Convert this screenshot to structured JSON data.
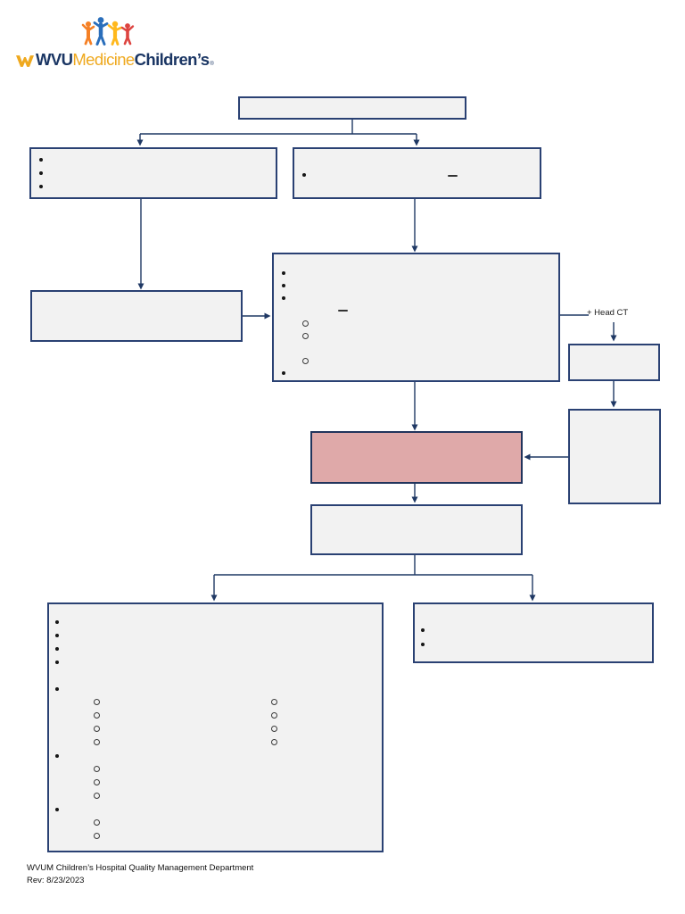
{
  "brand": {
    "wvu": "WVU",
    "medicine": "Medicine",
    "childrens": "Children’s",
    "mark": "®"
  },
  "labels": {
    "head_ct": "+ Head CT"
  },
  "footer": {
    "line1": "WVUM Children’s Hospital Quality Management Department",
    "line2": "Rev: 8/23/2023"
  },
  "colors": {
    "box_fill": "#f2f2f2",
    "box_border": "#2a4173",
    "highlight_fill": "#dfa9a9",
    "connector": "#1f3864",
    "logo_navy": "#1b3664",
    "logo_gold": "#efa91f",
    "figure_orange": "#f58025",
    "figure_blue": "#2a6ebb",
    "figure_gold": "#ffb81c",
    "figure_red": "#dd4440"
  },
  "flow": {
    "top_box": {
      "sections": []
    },
    "left_branch_box": {
      "sections": [
        {
          "type": "list",
          "items": [
            {
              "marker": "disc",
              "text": ""
            },
            {
              "marker": "disc",
              "text": ""
            },
            {
              "marker": "disc",
              "text": ""
            }
          ]
        }
      ]
    },
    "right_branch_box": {
      "dash": "—",
      "sections": [
        {
          "type": "list",
          "items": [
            {
              "marker": "disc",
              "text": ""
            }
          ]
        }
      ]
    },
    "left_action_box": {
      "sections": []
    },
    "central_box": {
      "sections": [
        {
          "type": "list",
          "items": [
            {
              "marker": "disc",
              "text": ""
            },
            {
              "marker": "disc",
              "text": ""
            },
            {
              "marker": "disc",
              "text": ""
            },
            {
              "marker": "dash",
              "level": "d",
              "text": ""
            },
            {
              "marker": "circle",
              "level": 2,
              "text": ""
            },
            {
              "marker": "circle",
              "level": 2,
              "text": ""
            },
            {
              "marker": "space",
              "text": ""
            },
            {
              "marker": "circle",
              "level": 2,
              "text": ""
            },
            {
              "marker": "disc",
              "text": ""
            }
          ]
        }
      ]
    },
    "head_ct_box": {
      "sections": []
    },
    "head_ct_followup_box": {
      "sections": []
    },
    "alert_box": {
      "sections": []
    },
    "outcome_box": {
      "sections": []
    },
    "big_left_box": {
      "sections": [
        {
          "type": "list",
          "items": [
            {
              "marker": "disc",
              "text": ""
            },
            {
              "marker": "disc",
              "text": ""
            },
            {
              "marker": "disc",
              "text": ""
            },
            {
              "marker": "disc",
              "text": ""
            },
            {
              "marker": "space",
              "text": ""
            },
            {
              "marker": "disc",
              "text": ""
            }
          ]
        },
        {
          "type": "columns",
          "left": [
            {
              "marker": "circle",
              "text": ""
            },
            {
              "marker": "circle",
              "text": ""
            },
            {
              "marker": "circle",
              "text": ""
            },
            {
              "marker": "circle",
              "text": ""
            }
          ],
          "right": [
            {
              "marker": "circle",
              "text": ""
            },
            {
              "marker": "circle",
              "text": ""
            },
            {
              "marker": "circle",
              "text": ""
            },
            {
              "marker": "circle",
              "text": ""
            }
          ]
        },
        {
          "type": "list",
          "items": [
            {
              "marker": "disc",
              "text": ""
            },
            {
              "marker": "circle",
              "level": 2,
              "text": ""
            },
            {
              "marker": "circle",
              "level": 2,
              "text": ""
            },
            {
              "marker": "circle",
              "level": 2,
              "text": ""
            },
            {
              "marker": "disc",
              "text": ""
            },
            {
              "marker": "circle",
              "level": 2,
              "text": ""
            },
            {
              "marker": "circle",
              "level": 2,
              "text": ""
            }
          ]
        }
      ]
    },
    "bottom_right_box": {
      "sections": [
        {
          "type": "list",
          "items": [
            {
              "marker": "disc",
              "text": ""
            },
            {
              "marker": "disc",
              "text": ""
            }
          ]
        }
      ]
    }
  }
}
